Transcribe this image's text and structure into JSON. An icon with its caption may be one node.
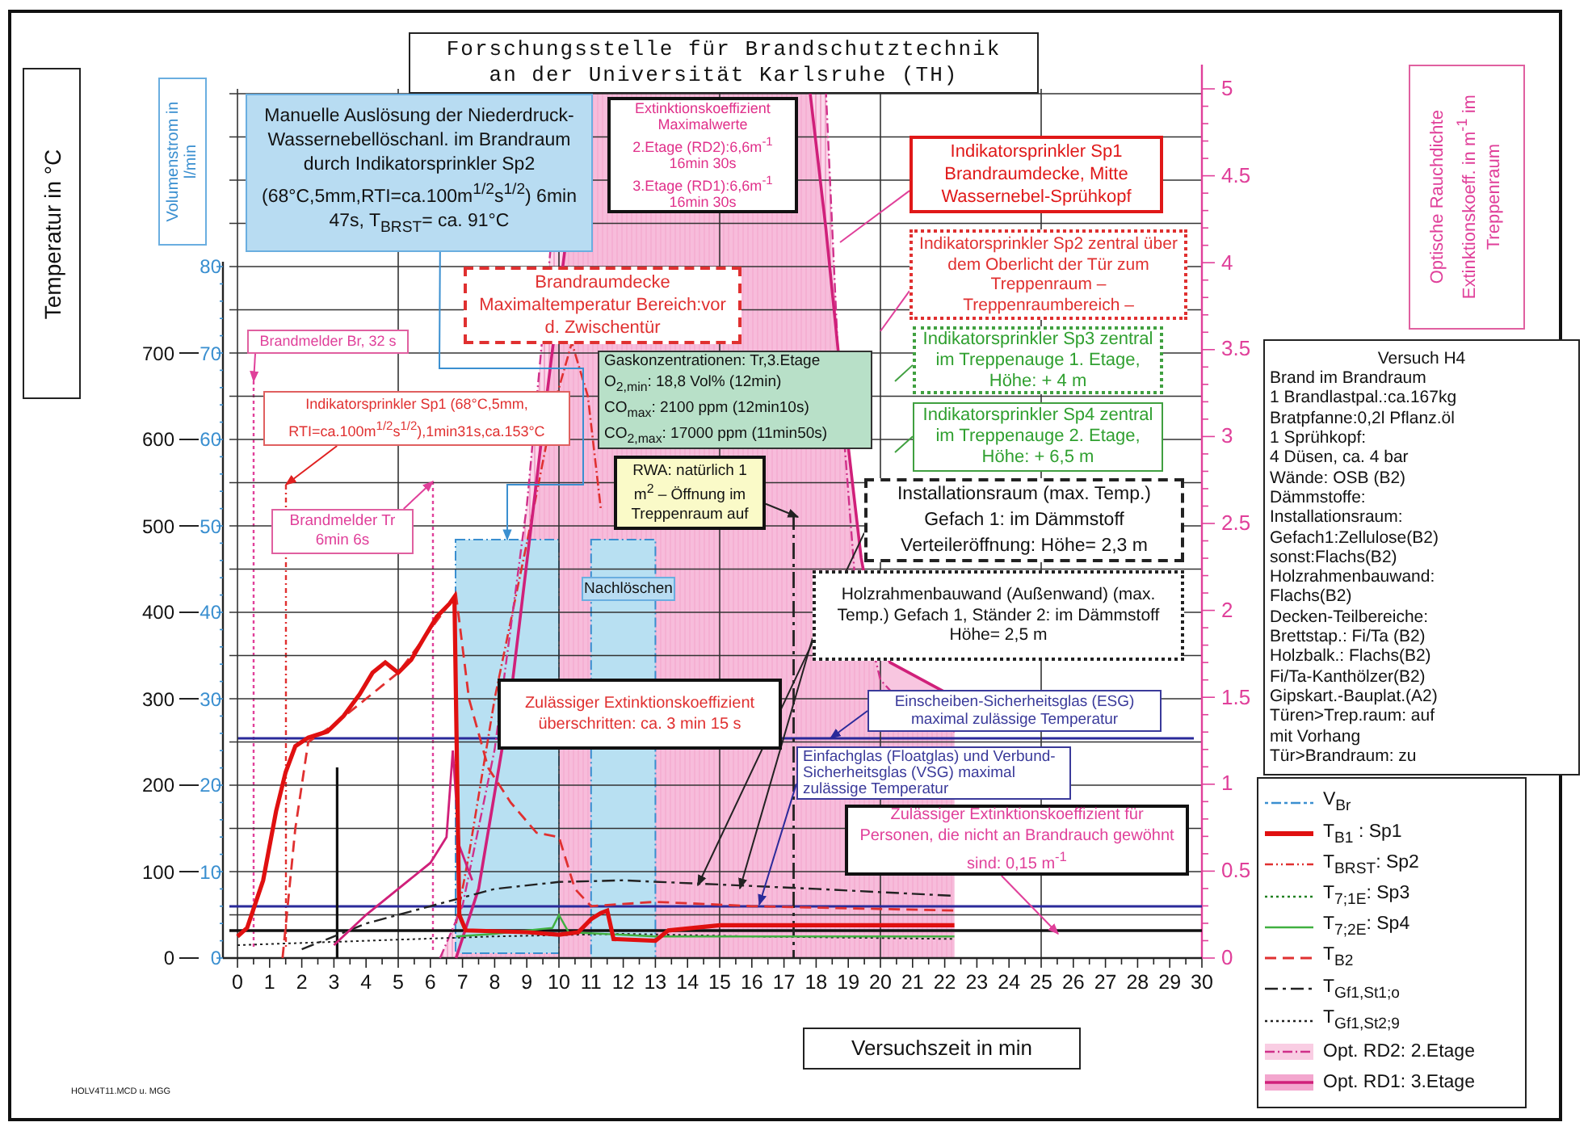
{
  "diagram": {
    "title": "Forschungsstelle für Brandschutztechnik an der Universität Karlsruhe (TH)",
    "nodes": [
      {
        "text": [
          "Manuelle Auslösung der Niederdruck-Wassernebellöschanl. im Brandraum durch Indikatorsprinkler Sp2 (68°C,5mm,RTI=ca.100m$^{1/2}$s$^{1/2}$) 6min 47s, T$_{BRST}$= ca. 91°C"
        ]
      },
      {
        "text": [
          "Extinktionskoeffizient Maximalwerte",
          "2.Etage (RD2):6,6m$^{-1}$ 16min 30s",
          "3.Etage (RD1):6,6m$^{-1}$ 16min 30s"
        ]
      },
      {
        "text": [
          "Indikatorsprinkler Sp1 Brandraumdecke, Mitte Wassernebel-Sprühkopf"
        ]
      },
      {
        "text": [
          "Brandraumdecke Maximaltemperatur Bereich:vor d. Zwischentür"
        ]
      },
      {
        "text": [
          "Brandmelder Br, 32 s"
        ]
      },
      {
        "text": [
          "Gaskonzentrationen: Tr,3.Etage",
          "O$_{2,min}$: 18,8 Vol% (12min)",
          "CO$_{max}$: 2100 ppm (12min10s)",
          "CO$_{2,max}$: 17000 ppm (11min50s)"
        ]
      },
      {
        "text": [
          "Indikatorsprinkler Sp2 zentral über dem Oberlicht der Tür zum Treppenraum – Treppenraumbereich –"
        ]
      },
      {
        "text": [
          "Indikatorsprinkler Sp3 zentral im Treppenauge 1. Etage, Höhe: + 4 m"
        ]
      },
      {
        "text": [
          "Indikatorsprinkler Sp4 zentral im Treppenauge 2. Etage, Höhe: + 6,5 m"
        ]
      },
      {
        "text": [
          "Indikatorsprinkler Sp1 (68°C,5mm, RTI=ca.100m$^{1/2}$s$^{1/2}$),1min31s,ca.153°C"
        ]
      },
      {
        "text": [
          "Brandmelder Tr 6min 6s"
        ]
      },
      {
        "text": [
          "RWA: natürlich 1 m$^{2}$ – Öffnung im Treppenraum auf"
        ]
      },
      {
        "text": [
          "Installationsraum (max. Temp.) Gefach 1: im Dämmstoff Verteileröffnung: Höhe= 2,3 m"
        ]
      },
      {
        "text": [
          "Holzrahmenbauwand (Außenwand) (max. Temp.) Gefach 1, Ständer 2: im Dämmstoff Höhe= 2,5 m"
        ]
      },
      {
        "text": [
          "Nachlöschen"
        ]
      },
      {
        "text": [
          "Zulässiger Extinktionskoeffizient überschritten: ca. 3 min 15 s"
        ]
      },
      {
        "text": [
          "Einscheiben-Sicherheitsglas (ESG) maximal zulässige Temperatur"
        ]
      },
      {
        "text": [
          "Einfachglas (Floatglas) und Verbund-Sicherheitsglas (VSG) maximal zulässige Temperatur"
        ]
      },
      {
        "text": [
          "Zulässiger Extinktionskoeffizient für Personen, die nicht an Brandrauch gewöhnt sind: 0,15 m$^{-1}$"
        ]
      },
      {
        "text": [
          "Versuch H4",
          "Brand im Brandraum",
          "1 Brandlastpal.:ca.167kg",
          "Bratpfanne:0,2l Pflanz.öl",
          "1 Sprühkopf:",
          "4 Düsen, ca. 4 bar",
          "Wände: OSB (B2)",
          "Dämmstoffe:",
          "Installationsraum:",
          "Gefach1:Zellulose(B2)",
          "sonst:Flachs(B2)",
          "Holzrahmenbauwand:",
          "Flachs(B2)",
          "Decken-Teilbereiche:",
          "Brettstap.: Fi/Ta (B2)",
          "Holzbalk.: Flachs(B2)",
          "Fi/Ta-Kanthölzer(B2)",
          "Gipskart.-Bauplat.(A2)",
          "Türen>Trep.raum: auf",
          "mit Vorhang",
          "Tür>Brandraum: zu"
        ]
      },
      {
        "text": [
          "Versuchszeit in min"
        ]
      },
      {
        "text": [
          "Temperatur in °C"
        ]
      },
      {
        "text": [
          "Volumenstrom in l/min"
        ]
      },
      {
        "text": [
          "Optische Rauchdichte Extinktionskoeff. in m$^{-1}$ im Treppenraum"
        ]
      },
      {
        "text": [],
        "shape": "line"
      },
      {
        "text": [],
        "shape": "line"
      },
      {
        "text": [],
        "shape": "line"
      },
      {
        "text": [],
        "shape": "box"
      },
      {
        "text": [],
        "shape": "line"
      }
    ],
    "edges": [
      {
        "from": 0,
        "to": 27,
        "arrow": "to",
        "color": "#3a8fd0"
      },
      {
        "from": 4,
        "to": 24,
        "arrow": "to",
        "color": "#e0409a"
      },
      {
        "from": 9,
        "to": 25,
        "arrow": "to",
        "color": "#e02020"
      },
      {
        "from": 10,
        "to": 26,
        "arrow": "to",
        "color": "#e0409a"
      },
      {
        "from": 11,
        "to": null,
        "arrow": "to",
        "color": "#222222"
      },
      {
        "from": 2,
        "to": null,
        "arrow": "none",
        "color": "#e0409a"
      },
      {
        "from": 6,
        "to": null,
        "arrow": "none",
        "color": "#e0409a"
      },
      {
        "from": 7,
        "to": null,
        "arrow": "none",
        "color": "#40a040"
      },
      {
        "from": 8,
        "to": null,
        "arrow": "none",
        "color": "#40a040"
      },
      {
        "from": 12,
        "to": null,
        "arrow": "to",
        "color": "#222222"
      },
      {
        "from": 13,
        "to": null,
        "arrow": "to",
        "color": "#222222"
      },
      {
        "from": 16,
        "to": 28,
        "arrow": "to",
        "color": "#2a2a9a"
      },
      {
        "from": 17,
        "to": null,
        "arrow": "to",
        "color": "#2a2a9a"
      },
      {
        "from": 18,
        "to": null,
        "arrow": "to",
        "color": "#e0409a"
      }
    ],
    "labels": [
      "0",
      "100",
      "200",
      "300",
      "400",
      "500",
      "600",
      "700",
      "0",
      "10",
      "20",
      "30",
      "40",
      "50",
      "60",
      "70",
      "80",
      "0",
      "0.5",
      "1",
      "1.5",
      "2",
      "2.5",
      "3",
      "3.5",
      "4",
      "4.5",
      "5",
      "0",
      "1",
      "2",
      "3",
      "4",
      "5",
      "6",
      "7",
      "8",
      "9",
      "10",
      "11",
      "12",
      "13",
      "14",
      "15",
      "16",
      "17",
      "18",
      "19",
      "20",
      "21",
      "22",
      "23",
      "24",
      "25",
      "26",
      "27",
      "28",
      "29",
      "30",
      "HOLV4T11.MCD u. MGG"
    ],
    "legend": [
      {
        "text": "V$_{Br}$"
      },
      {
        "text": "T$_{B1}$ : Sp1"
      },
      {
        "text": "T$_{BRST}$: Sp2"
      },
      {
        "text": "T$_{7;1E}$: Sp3"
      },
      {
        "text": "T$_{7;2E}$: Sp4"
      },
      {
        "text": "T$_{B2}$"
      },
      {
        "text": "T$_{Gf1,St1;o}$"
      },
      {
        "text": "T$_{Gf1,St2;9}$"
      },
      {
        "text": "Opt. RD2: 2.Etage"
      },
      {
        "text": "Opt. RD1: 3.Etage"
      }
    ]
  }
}
